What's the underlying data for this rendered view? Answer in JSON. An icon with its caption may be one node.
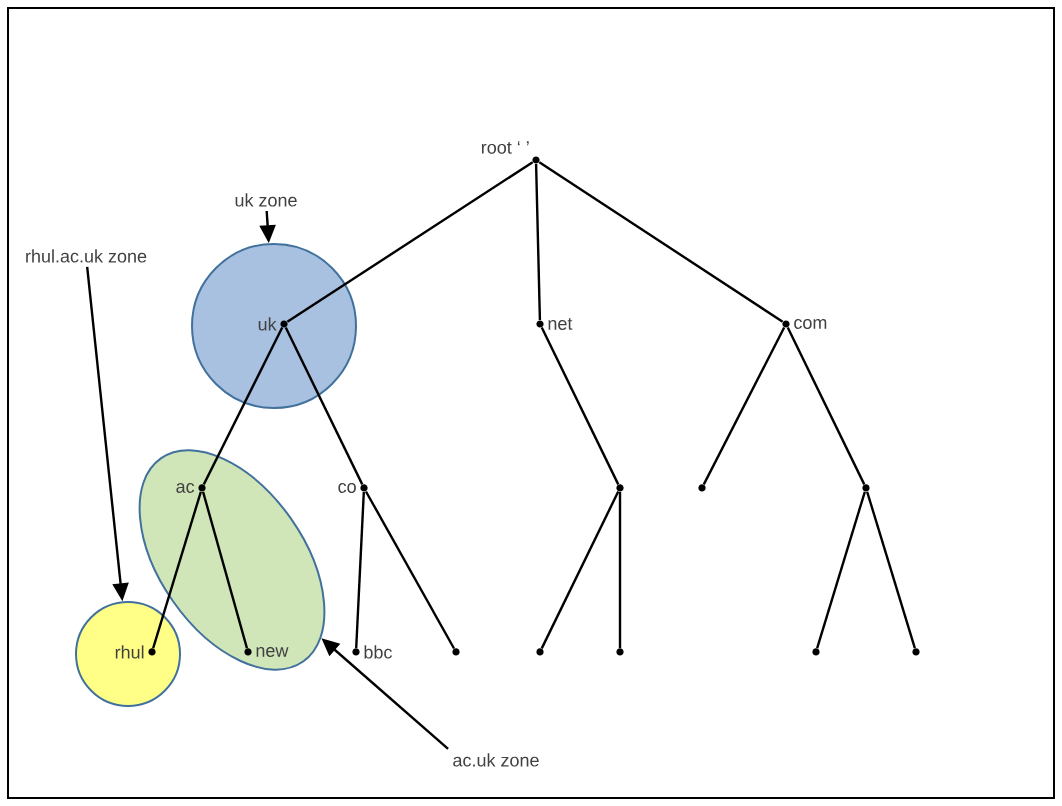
{
  "diagram": {
    "nodes": [
      {
        "text": [
          "root ‘ ’"
        ]
      },
      {
        "text": [],
        "shape": "circle"
      },
      {
        "text": [
          "uk"
        ],
        "in": 1
      },
      {
        "text": [
          "net"
        ]
      },
      {
        "text": [
          "com"
        ]
      },
      {
        "text": [],
        "shape": "ellipse"
      },
      {
        "text": [
          "ac"
        ],
        "in": 5
      },
      {
        "text": [
          "co"
        ]
      },
      {
        "text": [],
        "shape": "circle"
      },
      {
        "text": [],
        "shape": "circle"
      },
      {
        "text": [],
        "shape": "circle"
      },
      {
        "text": [],
        "shape": "circle"
      },
      {
        "text": [
          "rhul"
        ],
        "in": 11
      },
      {
        "text": [
          "new"
        ],
        "in": 5
      },
      {
        "text": [
          "bbc"
        ]
      },
      {
        "text": [],
        "shape": "circle"
      },
      {
        "text": [],
        "shape": "circle"
      },
      {
        "text": [],
        "shape": "circle"
      },
      {
        "text": [],
        "shape": "circle"
      },
      {
        "text": [],
        "shape": "circle"
      },
      {
        "text": [
          "uk zone"
        ]
      },
      {
        "text": [
          "rhul.ac.uk zone"
        ]
      },
      {
        "text": [
          "ac.uk zone"
        ]
      }
    ],
    "edges": [
      {
        "from": 0,
        "to": 2,
        "arrow": "none"
      },
      {
        "from": 0,
        "to": 3,
        "arrow": "none"
      },
      {
        "from": 0,
        "to": 4,
        "arrow": "none"
      },
      {
        "from": 2,
        "to": 6,
        "arrow": "none"
      },
      {
        "from": 2,
        "to": 7,
        "arrow": "none"
      },
      {
        "from": 3,
        "to": 8,
        "arrow": "none"
      },
      {
        "from": 4,
        "to": 9,
        "arrow": "none"
      },
      {
        "from": 4,
        "to": 10,
        "arrow": "none"
      },
      {
        "from": 6,
        "to": 12,
        "arrow": "none"
      },
      {
        "from": 6,
        "to": 13,
        "arrow": "none"
      },
      {
        "from": 7,
        "to": 14,
        "arrow": "none"
      },
      {
        "from": 7,
        "to": 15,
        "arrow": "none"
      },
      {
        "from": 8,
        "to": 16,
        "arrow": "none"
      },
      {
        "from": 8,
        "to": 17,
        "arrow": "none"
      },
      {
        "from": 10,
        "to": 18,
        "arrow": "none"
      },
      {
        "from": 10,
        "to": 19,
        "arrow": "none"
      },
      {
        "from": 20,
        "to": 1,
        "arrow": "to"
      },
      {
        "from": 21,
        "to": 11,
        "arrow": "to"
      },
      {
        "from": 22,
        "to": 5,
        "arrow": "to"
      }
    ]
  }
}
